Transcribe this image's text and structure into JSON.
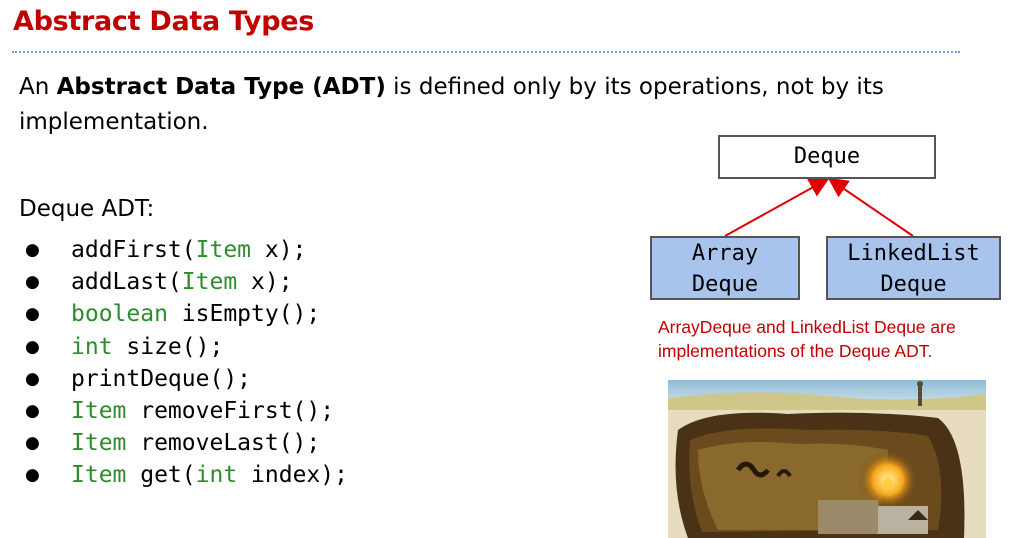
{
  "slide": {
    "title": "Abstract Data Types",
    "intro_prefix": "An ",
    "intro_bold": "Abstract Data Type (ADT)",
    "intro_suffix": " is defined only by its operations, not by its implementation.",
    "deque_label": "Deque ADT:"
  },
  "operations": [
    {
      "kw": "",
      "rest": "addFirst("
    },
    {
      "kw": "",
      "rest": "addLast("
    },
    {
      "kw": "boolean",
      "rest": " isEmpty();"
    },
    {
      "kw": "int",
      "rest": " size();"
    },
    {
      "kw": "",
      "rest": "printDeque();"
    },
    {
      "kw": "Item",
      "rest": " removeFirst();"
    },
    {
      "kw": "Item",
      "rest": " removeLast();"
    },
    {
      "kw": "Item",
      "rest": " get("
    }
  ],
  "op_parts": {
    "item_kw": "Item",
    "int_kw": "int",
    "x_close": " x);",
    "index_close": " index);"
  },
  "diagram": {
    "interface_label": "Deque",
    "array_line1": "Array",
    "array_line2": "Deque",
    "linked_line1": "LinkedList",
    "linked_line2": "Deque",
    "caption": "ArrayDeque and LinkedList Deque are implementations of the Deque ADT.",
    "arrow_color": "#e00000",
    "box_fill": "#a9c4ec"
  },
  "bullet_glyph": "●"
}
